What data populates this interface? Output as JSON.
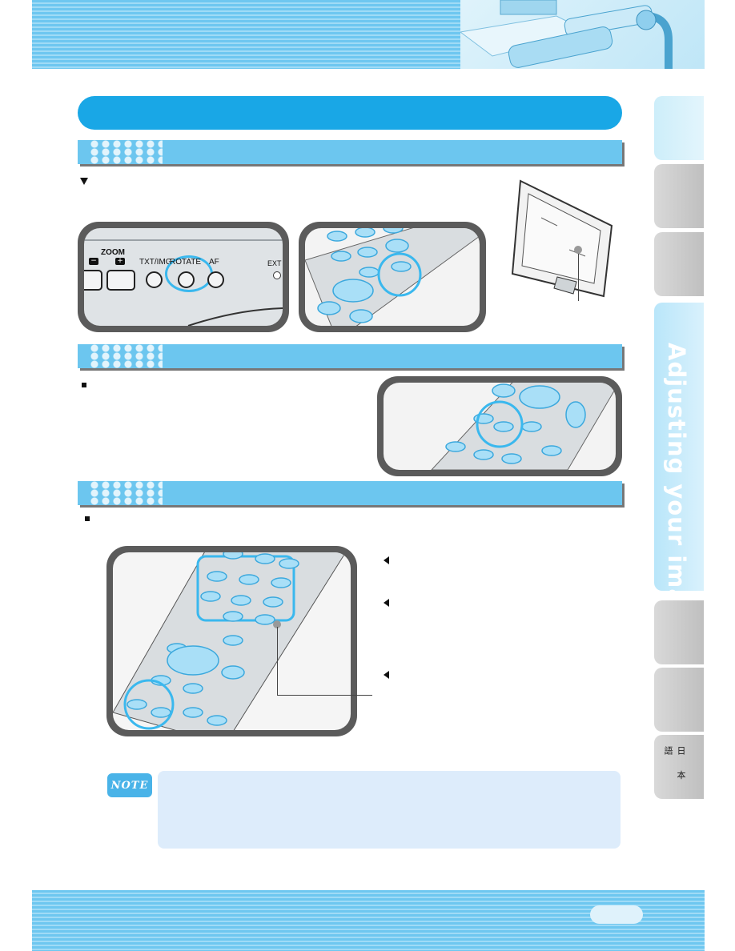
{
  "panel_labels": {
    "zoom": "ZOOM",
    "minus": "−",
    "plus": "+",
    "txt_img": "TXT/IMG",
    "rotate": "ROTATE",
    "af": "AF",
    "ext": "EXT"
  },
  "sidebar": {
    "active_title": "Adjusting your image",
    "japanese": "日 本 語"
  },
  "note": {
    "badge": "NOTE"
  },
  "colors": {
    "accent": "#19a7e6",
    "section": "#6cc6ef",
    "highlight_ring": "#3ab8ee",
    "note_bg": "#ddecfb"
  }
}
